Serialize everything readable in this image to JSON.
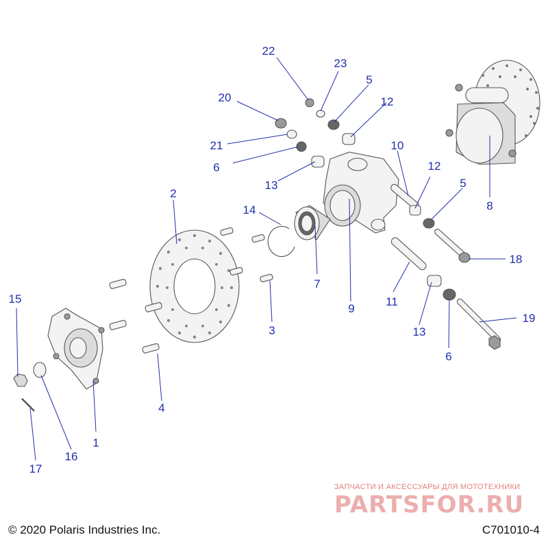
{
  "callouts": [
    {
      "id": "1",
      "label": "1"
    },
    {
      "id": "2",
      "label": "2"
    },
    {
      "id": "3",
      "label": "3"
    },
    {
      "id": "4",
      "label": "4"
    },
    {
      "id": "5a",
      "label": "5"
    },
    {
      "id": "5b",
      "label": "5"
    },
    {
      "id": "6a",
      "label": "6"
    },
    {
      "id": "6b",
      "label": "6"
    },
    {
      "id": "7",
      "label": "7"
    },
    {
      "id": "8",
      "label": "8"
    },
    {
      "id": "9",
      "label": "9"
    },
    {
      "id": "10",
      "label": "10"
    },
    {
      "id": "11",
      "label": "11"
    },
    {
      "id": "12a",
      "label": "12"
    },
    {
      "id": "12b",
      "label": "12"
    },
    {
      "id": "13a",
      "label": "13"
    },
    {
      "id": "13b",
      "label": "13"
    },
    {
      "id": "14",
      "label": "14"
    },
    {
      "id": "15",
      "label": "15"
    },
    {
      "id": "16",
      "label": "16"
    },
    {
      "id": "17",
      "label": "17"
    },
    {
      "id": "18",
      "label": "18"
    },
    {
      "id": "19",
      "label": "19"
    },
    {
      "id": "20",
      "label": "20"
    },
    {
      "id": "21",
      "label": "21"
    },
    {
      "id": "22",
      "label": "22"
    },
    {
      "id": "23",
      "label": "23"
    }
  ],
  "footer": {
    "copyright": "© 2020 Polaris Industries Inc.",
    "figure_code": "C701010-4"
  },
  "watermark": {
    "tagline": "ЗАПЧАСТИ И АКСЕССУАРЫ ДЛЯ МОТОТЕХНИКИ",
    "brand": "PARTSFOR.RU"
  },
  "colors": {
    "callout": "#1f2fa8",
    "watermark": "#e89a9a"
  }
}
